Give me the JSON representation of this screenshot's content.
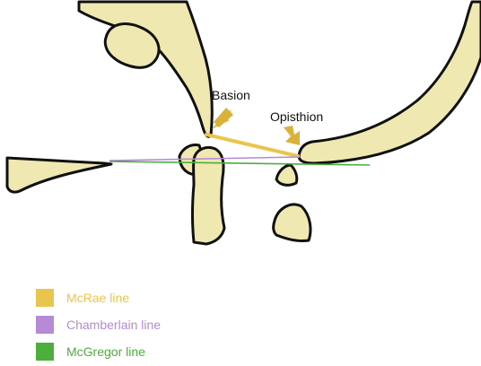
{
  "labels": {
    "basion": "Basion",
    "opisthion": "Opisthion"
  },
  "legend": [
    {
      "label": "McRae line",
      "color": "#e9c54e"
    },
    {
      "label": "Chamberlain line",
      "color": "#b68ad6"
    },
    {
      "label": "McGregor line",
      "color": "#4caf3c"
    }
  ],
  "colors": {
    "bone_fill": "#efe8b0",
    "outline": "#111111",
    "arrow": "#d9b23a",
    "mcrae": "#e9c54e",
    "chamberlain": "#b68ad6",
    "mcgregor": "#4caf3c"
  }
}
